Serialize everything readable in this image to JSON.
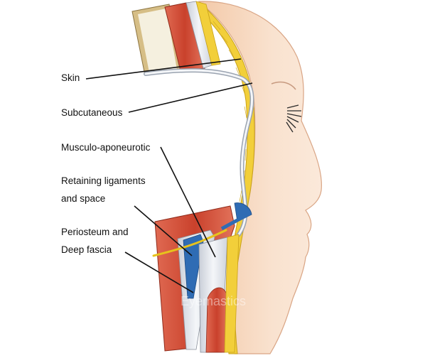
{
  "labels": {
    "skin": "Skin",
    "subcutaneous": "Subcutaneous",
    "musculo_aponeurotic": "Musculo-aponeurotic",
    "retaining_line1": "Retaining ligaments",
    "retaining_line2": "and space",
    "periosteum_line1": "Periosteum and",
    "periosteum_line2": "Deep fascia"
  },
  "watermark": "Eyemastics",
  "colors": {
    "skin": "#f6d7bd",
    "skin_shade": "#e9b99a",
    "subcutaneous_fat": "#f3d23c",
    "muscle": "#d9533c",
    "fascia": "#dfe3ea",
    "bone": "#d8c08a",
    "ligament_blue": "#2f6cb4",
    "leader_line": "#111111"
  }
}
